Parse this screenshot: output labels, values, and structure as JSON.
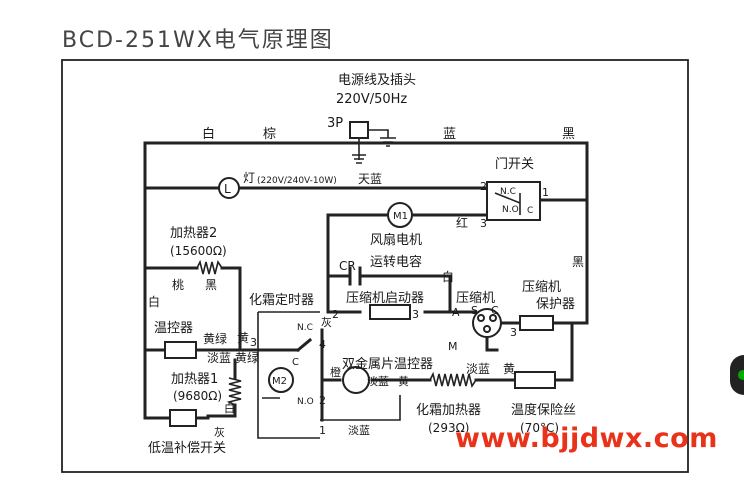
{
  "title": "BCD-251WX电气原理图",
  "watermark": "www.bjjdwx.com",
  "labels": {
    "power_cord": "电源线及插头",
    "voltage": "220V/50Hz",
    "plug": "3P",
    "white": "白",
    "brown": "棕",
    "blue": "蓝",
    "black": "黑",
    "door_switch": "门开关",
    "lamp": "灯",
    "lamp_rating": "(220V/240V-10W)",
    "sky_blue": "天蓝",
    "nc": "N.C",
    "no": "N.O",
    "c": "C",
    "n2": "2",
    "n1": "1",
    "n3": "3",
    "n4": "4",
    "red": "红",
    "fan_motor": "风扇电机",
    "fan_symbol": "M1",
    "heater2": "加热器2",
    "heater2_rating": "(15600Ω)",
    "peach": "桃",
    "cr": "CR",
    "run_capacitor": "运转电容",
    "compressor_starter": "压缩机启动器",
    "compressor": "压缩机",
    "comp_protector": "压缩机\n保护器",
    "comp_protector_1": "压缩机",
    "comp_protector_2": "保护器",
    "defrost_timer": "化霜定时器",
    "thermostat": "温控器",
    "yellow_green": "黄绿",
    "light_blue": "淡蓝",
    "yellow": "黄",
    "heater1": "加热器1",
    "heater1_rating": "(9680Ω)",
    "timer_motor": "M2",
    "gray": "灰",
    "low_temp_switch": "低温补偿开关",
    "orange": "橙",
    "bimetal": "双金属片温控器",
    "defrost_heater": "化霜加热器",
    "defrost_heater_rating": "(293Ω)",
    "fuse": "温度保险丝",
    "fuse_rating": "(70°C)",
    "term_a": "A",
    "term_s": "S",
    "term_m": "M"
  }
}
